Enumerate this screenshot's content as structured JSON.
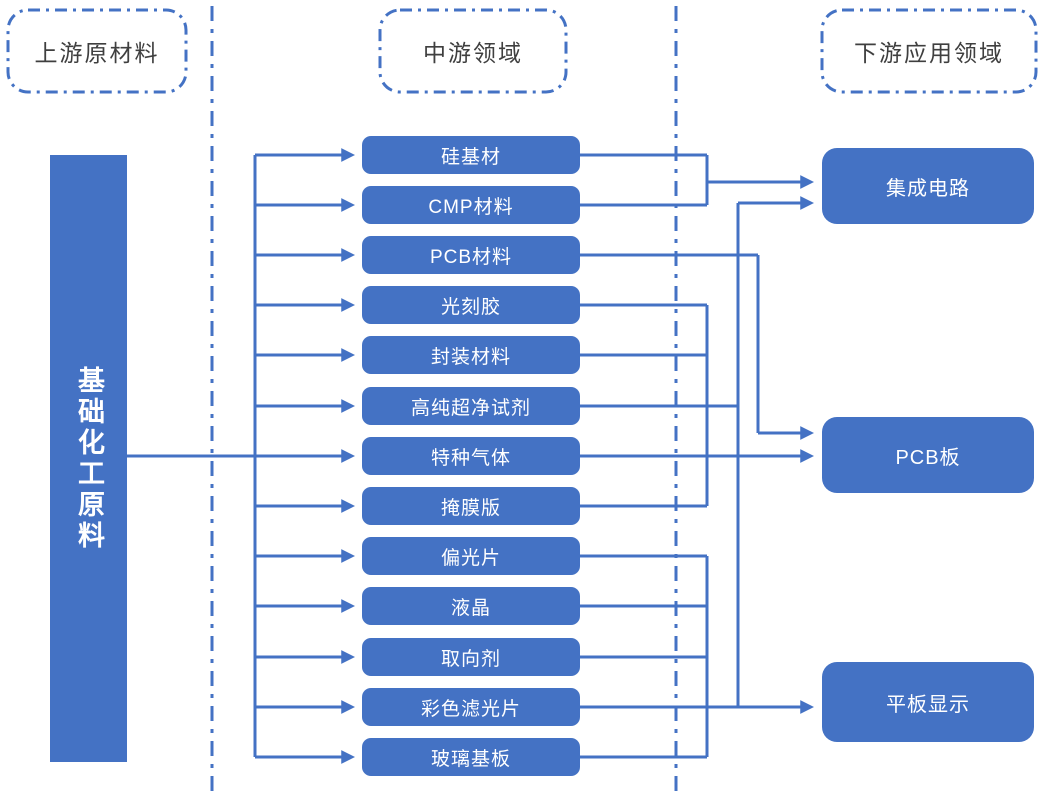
{
  "headers": {
    "upstream": "上游原材料",
    "midstream": "中游领域",
    "downstream": "下游应用领域"
  },
  "upstream_box": {
    "label": "基础化工原料"
  },
  "midstream": {
    "items": [
      {
        "label": "硅基材"
      },
      {
        "label": "CMP材料"
      },
      {
        "label": "PCB材料"
      },
      {
        "label": "光刻胶"
      },
      {
        "label": "封装材料"
      },
      {
        "label": "高纯超净试剂"
      },
      {
        "label": "特种气体"
      },
      {
        "label": "掩膜版"
      },
      {
        "label": "偏光片"
      },
      {
        "label": "液晶"
      },
      {
        "label": "取向剂"
      },
      {
        "label": "彩色滤光片"
      },
      {
        "label": "玻璃基板"
      }
    ]
  },
  "downstream": {
    "items": [
      {
        "label": "集成电路"
      },
      {
        "label": "PCB板"
      },
      {
        "label": "平板显示"
      }
    ]
  },
  "edges": [
    {
      "from": [
        "基础化工原料"
      ],
      "to": [
        "硅基材",
        "CMP材料",
        "PCB材料",
        "光刻胶",
        "封装材料",
        "高纯超净试剂",
        "特种气体",
        "掩膜版",
        "偏光片",
        "液晶",
        "取向剂",
        "彩色滤光片",
        "玻璃基板"
      ]
    },
    {
      "from": [
        "硅基材",
        "CMP材料"
      ],
      "to": [
        "集成电路"
      ]
    },
    {
      "from": [
        "光刻胶",
        "封装材料",
        "高纯超净试剂",
        "掩膜版"
      ],
      "to": [
        "集成电路"
      ]
    },
    {
      "from": [
        "PCB材料"
      ],
      "to": [
        "PCB板"
      ]
    },
    {
      "from": [
        "特种气体"
      ],
      "to": [
        "PCB板"
      ]
    },
    {
      "from": [
        "偏光片",
        "液晶",
        "取向剂",
        "彩色滤光片",
        "玻璃基板"
      ],
      "to": [
        "平板显示"
      ]
    }
  ],
  "colors": {
    "box_fill": "#4472C4",
    "connector": "#4472C4",
    "dashed_border": "#4472C4",
    "header_text": "#3F3F3F",
    "box_text": "#FFFFFF",
    "background": "#FFFFFF"
  }
}
